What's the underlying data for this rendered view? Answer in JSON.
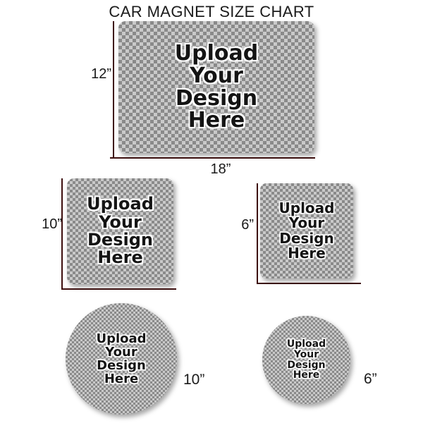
{
  "title": "CAR MAGNET SIZE CHART",
  "upload_text": {
    "lines": [
      "Upload",
      "Your",
      "Design",
      "Here"
    ]
  },
  "magnets": {
    "rect_18x12": {
      "shape": "rectangle",
      "width_label": "18”",
      "height_label": "12”"
    },
    "square_10": {
      "shape": "square",
      "size_label": "10”"
    },
    "square_6": {
      "shape": "square",
      "size_label": "6”"
    },
    "circle_10": {
      "shape": "circle",
      "size_label": "10”"
    },
    "circle_6": {
      "shape": "circle",
      "size_label": "6”"
    }
  },
  "colors": {
    "dimension_line": "#3d0e0e",
    "checker_light": "#c9c9c9",
    "checker_dark": "#8a8a8a",
    "upload_text_color": "#141414"
  }
}
